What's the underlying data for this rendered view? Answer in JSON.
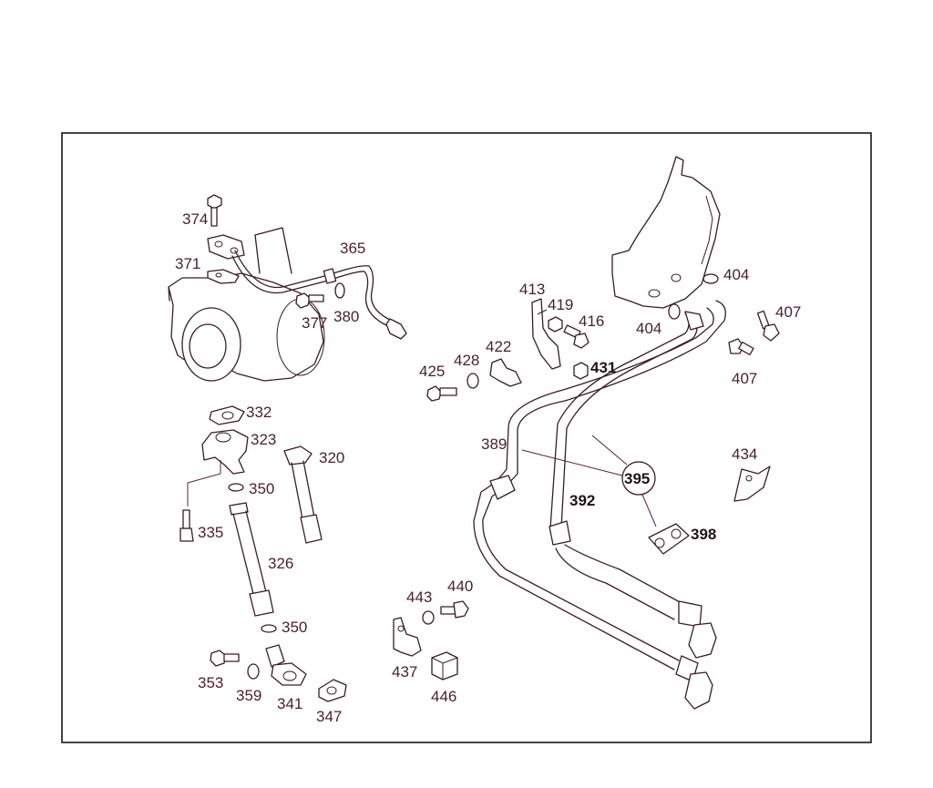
{
  "colors": {
    "line": "#3a1c24",
    "label": "#4a1f2a",
    "label_bold": "#1e1418",
    "background": "#ffffff"
  },
  "labels": {
    "p374": "374",
    "p371": "371",
    "p365": "365",
    "p377": "377",
    "p380": "380",
    "p332": "332",
    "p323": "323",
    "p320": "320",
    "p350a": "350",
    "p335": "335",
    "p326": "326",
    "p350b": "350",
    "p353": "353",
    "p359": "359",
    "p341": "341",
    "p347": "347",
    "p413": "413",
    "p419": "419",
    "p416": "416",
    "p431": "431",
    "p422": "422",
    "p428": "428",
    "p425": "425",
    "p404a": "404",
    "p404b": "404",
    "p407a": "407",
    "p407b": "407",
    "p389": "389",
    "p395": "395",
    "p392": "392",
    "p398": "398",
    "p434": "434",
    "p443": "443",
    "p440": "440",
    "p437": "437",
    "p446": "446"
  }
}
